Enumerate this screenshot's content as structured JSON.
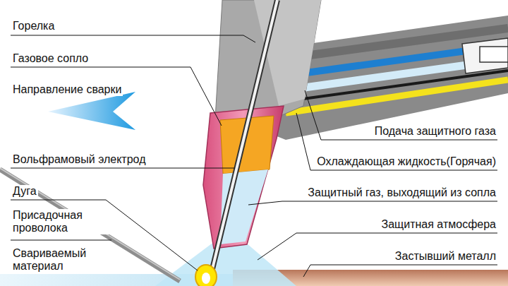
{
  "diagram": {
    "labels": [
      "Горелка",
      "Газовое сопло",
      "Направление сварки",
      "Вольфрамовый электрод",
      "Дуга",
      "Присадочная проволока",
      "Свариваемый материал",
      "Подача защитного газа",
      "Охлаждающая жидкость(Горячая)",
      "Защитный газ, выходящий из сопла",
      "Защитная атмосфера",
      "Застывший металл"
    ]
  }
}
